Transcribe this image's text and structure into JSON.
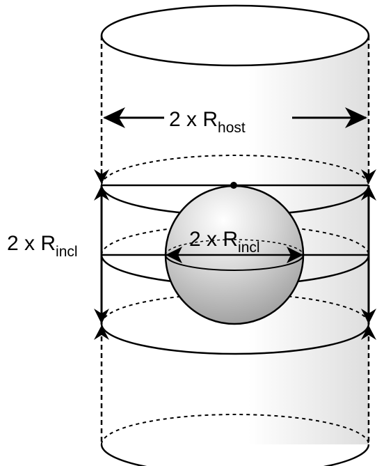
{
  "labels": {
    "host_diameter": {
      "prefix": "2 x R",
      "subscript": "host"
    },
    "slab_thickness": {
      "prefix": "2 x R",
      "subscript": "incl"
    },
    "sphere_diameter": {
      "prefix": "2 x R",
      "subscript": "incl"
    }
  },
  "colors": {
    "stroke": "#000000",
    "background": "#ffffff",
    "sphere_light": "#ffffff",
    "sphere_dark": "#9c9c9c"
  }
}
